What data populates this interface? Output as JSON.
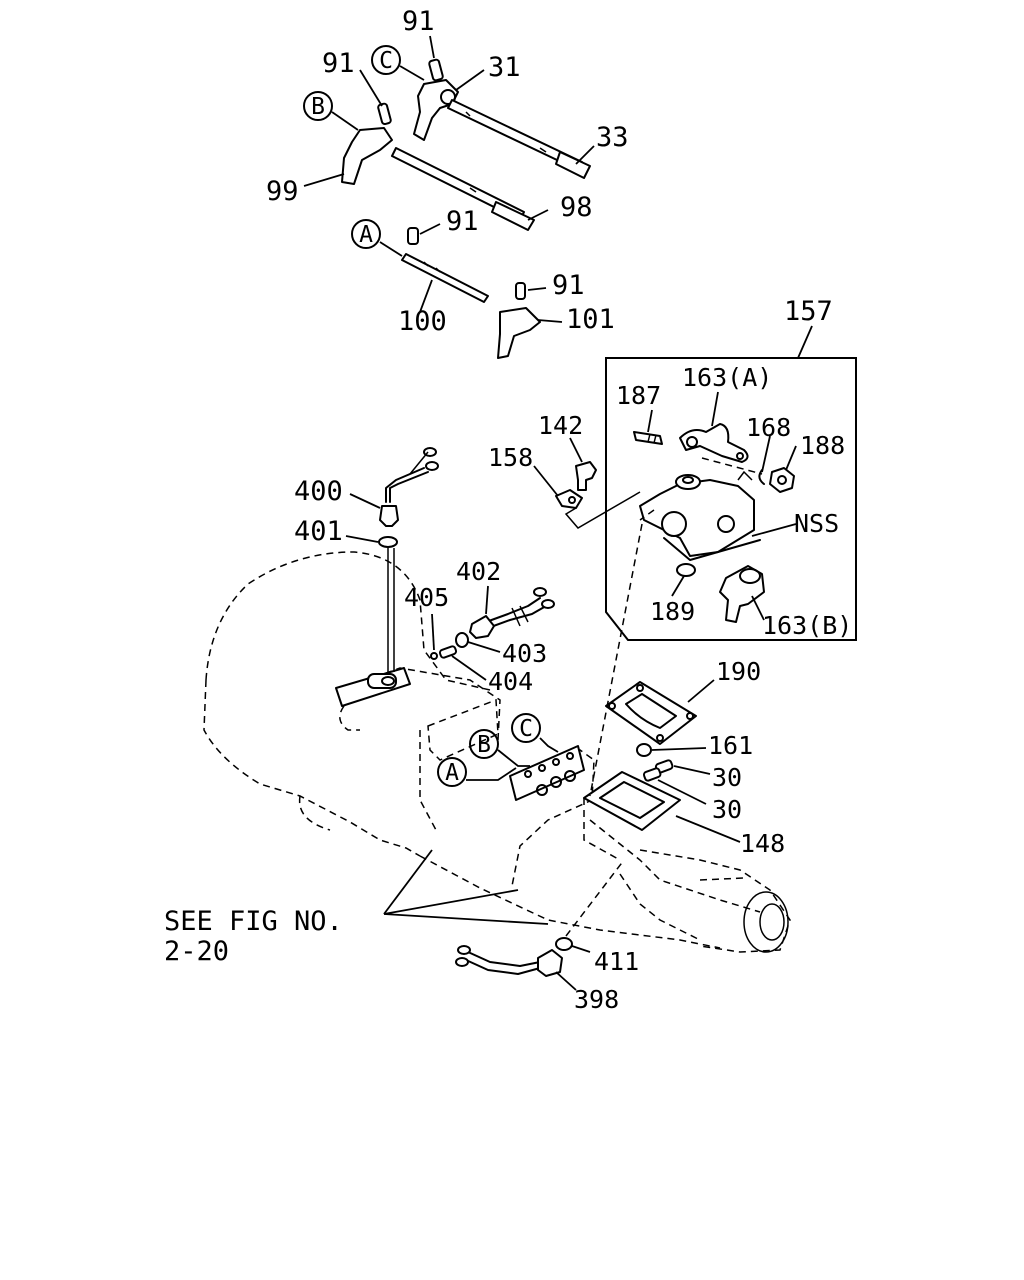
{
  "figure_ref": {
    "line1": "SEE FIG NO.",
    "line2": "2-20"
  },
  "callouts": {
    "a": "A",
    "b": "B",
    "c": "C"
  },
  "labels": {
    "p91_top": "91",
    "p31": "31",
    "p91_b": "91",
    "p33": "33",
    "p99": "99",
    "p98": "98",
    "p91_a": "91",
    "p100": "100",
    "p91_c": "91",
    "p101": "101",
    "p157": "157",
    "p163a": "163(A)",
    "p187": "187",
    "p168": "168",
    "p188": "188",
    "pnss": "NSS",
    "p189": "189",
    "p163b": "163(B)",
    "p142": "142",
    "p158": "158",
    "p400": "400",
    "p401": "401",
    "p402": "402",
    "p405": "405",
    "p403": "403",
    "p404": "404",
    "p190": "190",
    "p161": "161",
    "p30a": "30",
    "p30b": "30",
    "p148": "148",
    "p411": "411",
    "p398": "398"
  }
}
